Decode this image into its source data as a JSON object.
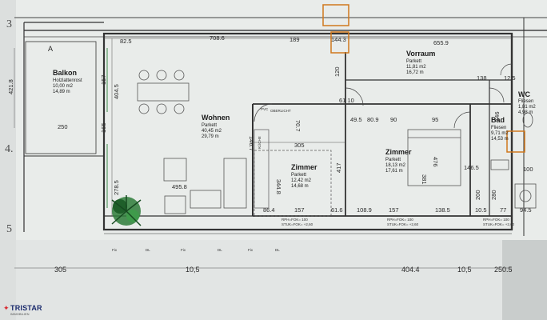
{
  "rooms": {
    "balkon": {
      "name": "Balkon",
      "floor": "Holzlattenrost",
      "area": "10,00 m2",
      "perim": "14,89 m"
    },
    "wohnen": {
      "name": "Wohnen",
      "floor": "Parkett",
      "area": "40,45 m2",
      "perim": "29,79 m"
    },
    "vorraum": {
      "name": "Vorraum",
      "floor": "Parkett",
      "area": "11,81 m2",
      "perim": "16,72 m"
    },
    "zimmer1": {
      "name": "Zimmer",
      "floor": "Parkett",
      "area": "12,42 m2",
      "perim": "14,68 m"
    },
    "zimmer2": {
      "name": "Zimmer",
      "floor": "Parkett",
      "area": "18,13 m2",
      "perim": "17,61 m"
    },
    "wc": {
      "name": "WC",
      "floor": "Fliesen",
      "area": "1,81 m2",
      "perim": "4,98 m"
    },
    "bad": {
      "name": "Bad",
      "floor": "Fliesen",
      "area": "9,71 m2",
      "perim": "14,53 m"
    }
  },
  "dims": {
    "d708": "708.6",
    "d825": "82.5",
    "d189": "189",
    "d1443": "144.3",
    "d6559": "655.9",
    "d4218": "421.8",
    "d4045": "404.5",
    "d157": "157",
    "d165": "165",
    "d250": "250",
    "d120": "120",
    "d2785": "278.5",
    "d4958": "495.8",
    "d305": "305",
    "d3448": "344.8",
    "d417": "417",
    "d864": "86.4",
    "d157b": "157",
    "d616": "61.6",
    "d1089": "108.9",
    "d157c": "157",
    "d1385": "138.5",
    "d105": "10.5",
    "d77": "77",
    "d945": "94.5",
    "d495": "49.5",
    "d809": "80.9",
    "d90": "90",
    "d95": "95",
    "d476": "476",
    "d381": "381",
    "d1465": "146.5",
    "d138": "138",
    "d125": "12.5",
    "d146": "146",
    "d100": "100",
    "d280": "280",
    "d200": "200",
    "b305": "305",
    "b105": "10,5",
    "b4044": "404.4",
    "b105b": "10,5",
    "b2505": "250.5",
    "d6110": "61 10",
    "d707": "70.7",
    "d1467": "146.7"
  },
  "axes": {
    "a3": "3",
    "a4": "4.",
    "a5": "5"
  },
  "labels": {
    "rph1": "RPH=FOK= 100",
    "stuk1": "STUK=FOK= +2,60",
    "rph2": "RPH=FOK= 100",
    "stuk2": "STUK=FOK= +2,60",
    "rph3": "RPH=FOK= 100",
    "stuk3": "STUK=FOK= +2,60",
    "oberlicht": "OBERLICHT",
    "pvc": "PVC",
    "kuche": "KÜCHE",
    "fix1": "Fix",
    "dl1": "DL",
    "fix2": "Fix",
    "dl2": "DL",
    "fix3": "Fix",
    "dl3": "DL",
    "a": "A"
  },
  "logo": {
    "brand": "TRISTAR",
    "tagline": "IMMOBILIEN"
  }
}
